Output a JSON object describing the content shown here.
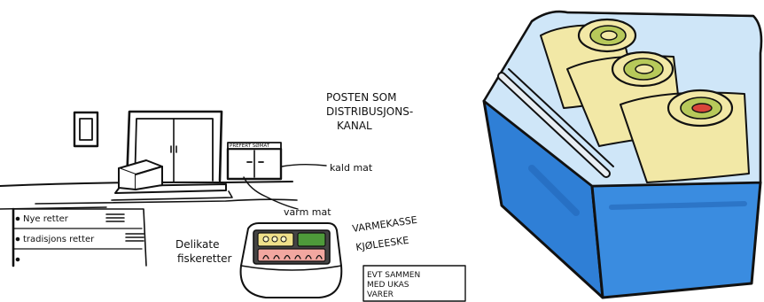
{
  "sketch_left": {
    "box_label": "PREFERT SØMAT",
    "annotation_posten": [
      "POSTEN SOM",
      "DISTRIBUSJONS-",
      "KANAL"
    ],
    "label_kald": "kald mat",
    "label_varm": "varm mat",
    "label_varmekasse": [
      "VARMEKASSE",
      "KJØLEESKE"
    ],
    "label_delikate": [
      "Delikate",
      "fiskeretter"
    ],
    "note_box": [
      "EVT SAMMEN",
      "MED UKAS",
      "VARER"
    ],
    "list_items": [
      "Nye retter",
      "tradisjons retter"
    ]
  },
  "sketch_right": {
    "description": "Hand-drawn blue insulated delivery box with rolled food parcels visible through clear lid"
  },
  "colors": {
    "ink": "#111111",
    "box_blue": "#2f7fd6",
    "box_blue_dark": "#1f5fb0",
    "lid_blue": "#9cc9ee",
    "roll_yellow": "#f2e8a6",
    "roll_green": "#b7c95a",
    "roll_red": "#d9453a",
    "food_pink": "#f2a7a0",
    "food_yellow": "#efe08a",
    "food_green": "#4e9a3a"
  }
}
